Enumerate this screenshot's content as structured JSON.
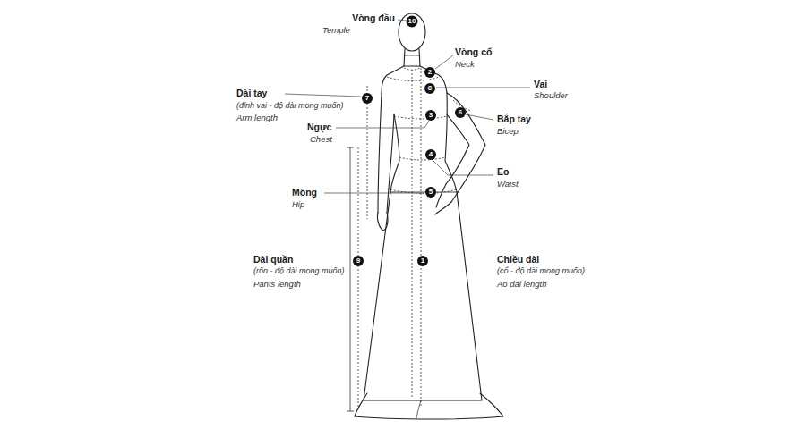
{
  "diagram": {
    "labels": [
      "Vòng đầu",
      "Temple",
      "10",
      "Vòng cổ",
      "Neck",
      "2",
      "Vai",
      "Shoulder",
      "8",
      "Dài tay",
      "(đỉnh vai - độ dài mong muốn)",
      "Arm length",
      "7",
      "Bắp tay",
      "Bicep",
      "6",
      "Ngực",
      "Chest",
      "3",
      "Eo",
      "Waist",
      "4",
      "Mông",
      "Hip",
      "5",
      "Dài quần",
      "(rốn - độ dài mong muốn)",
      "Pants length",
      "9",
      "Chiều dài",
      "(cổ - độ dài mong muốn)",
      "Ao dai length",
      "1"
    ]
  }
}
